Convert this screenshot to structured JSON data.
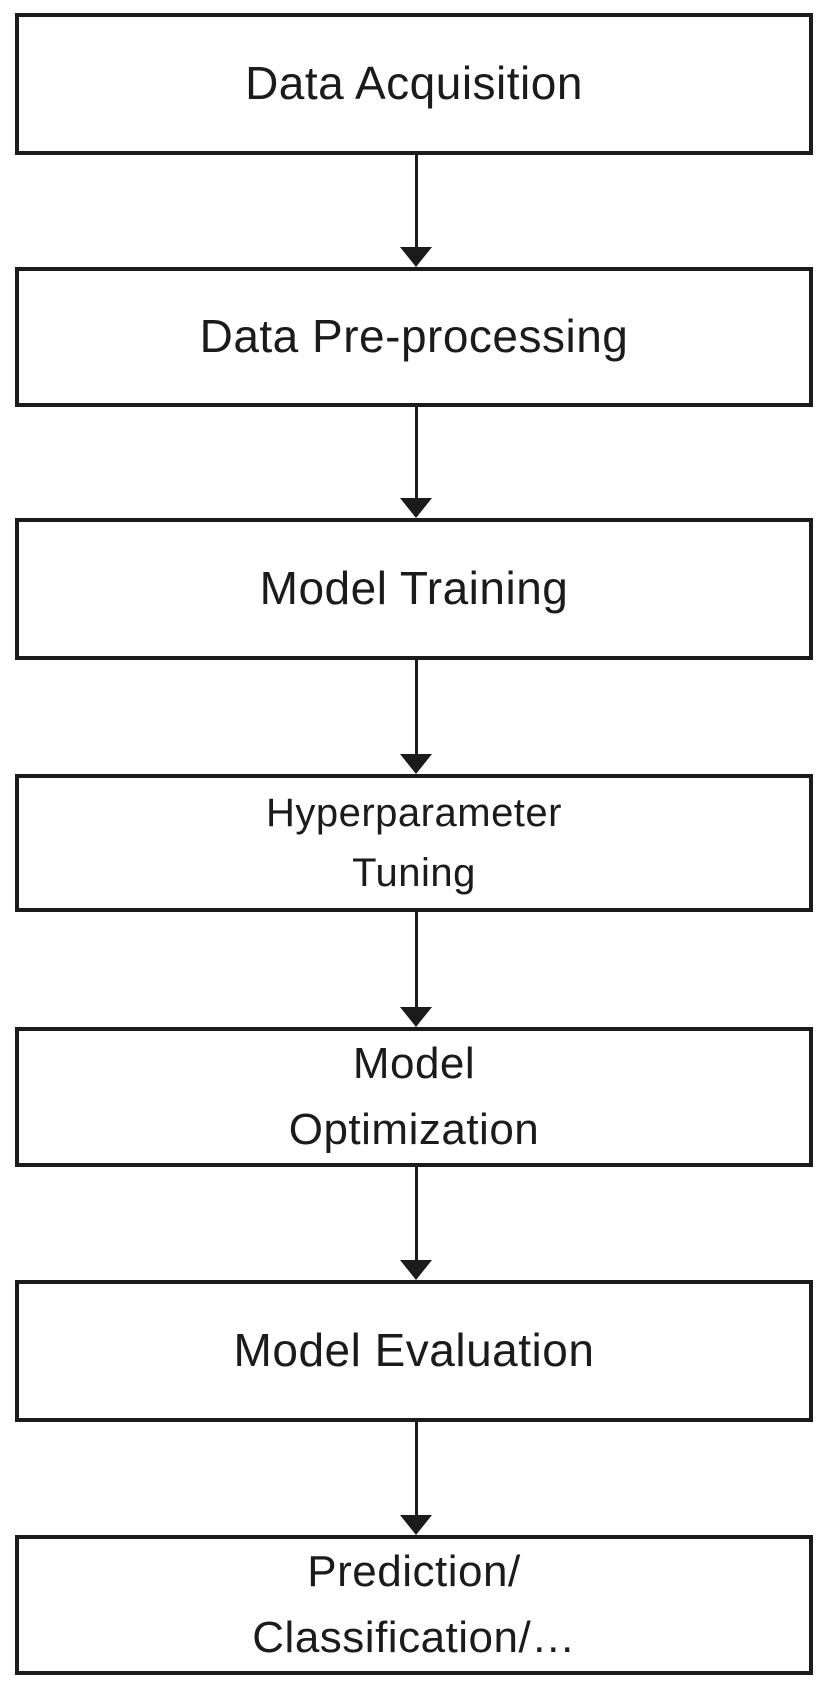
{
  "diagram": {
    "type": "flowchart",
    "direction": "top-down",
    "colors": {
      "background": "#ffffff",
      "box_fill": "#ffffff",
      "box_border": "#1b1b1b",
      "text": "#1b1b1b",
      "arrow": "#1b1b1b"
    },
    "steps": [
      {
        "id": 1,
        "label": "Data Acquisition",
        "lines": [
          "Data Acquisition"
        ]
      },
      {
        "id": 2,
        "label": "Data Pre-processing",
        "lines": [
          "Data Pre-processing"
        ]
      },
      {
        "id": 3,
        "label": "Model Training",
        "lines": [
          "Model Training"
        ]
      },
      {
        "id": 4,
        "label": "Hyperparameter Tuning",
        "lines": [
          "Hyperparameter",
          "Tuning"
        ]
      },
      {
        "id": 5,
        "label": "Model Optimization",
        "lines": [
          "Model",
          "Optimization"
        ]
      },
      {
        "id": 6,
        "label": "Model Evaluation",
        "lines": [
          "Model Evaluation"
        ]
      },
      {
        "id": 7,
        "label": "Prediction/Classification/…",
        "lines": [
          "Prediction/",
          "Classification/…"
        ]
      }
    ],
    "connections": [
      {
        "from": "Data Acquisition",
        "to": "Data Pre-processing"
      },
      {
        "from": "Data Pre-processing",
        "to": "Model Training"
      },
      {
        "from": "Model Training",
        "to": "Hyperparameter Tuning"
      },
      {
        "from": "Hyperparameter Tuning",
        "to": "Model Optimization"
      },
      {
        "from": "Model Optimization",
        "to": "Model Evaluation"
      },
      {
        "from": "Model Evaluation",
        "to": "Prediction/Classification/…"
      }
    ]
  }
}
